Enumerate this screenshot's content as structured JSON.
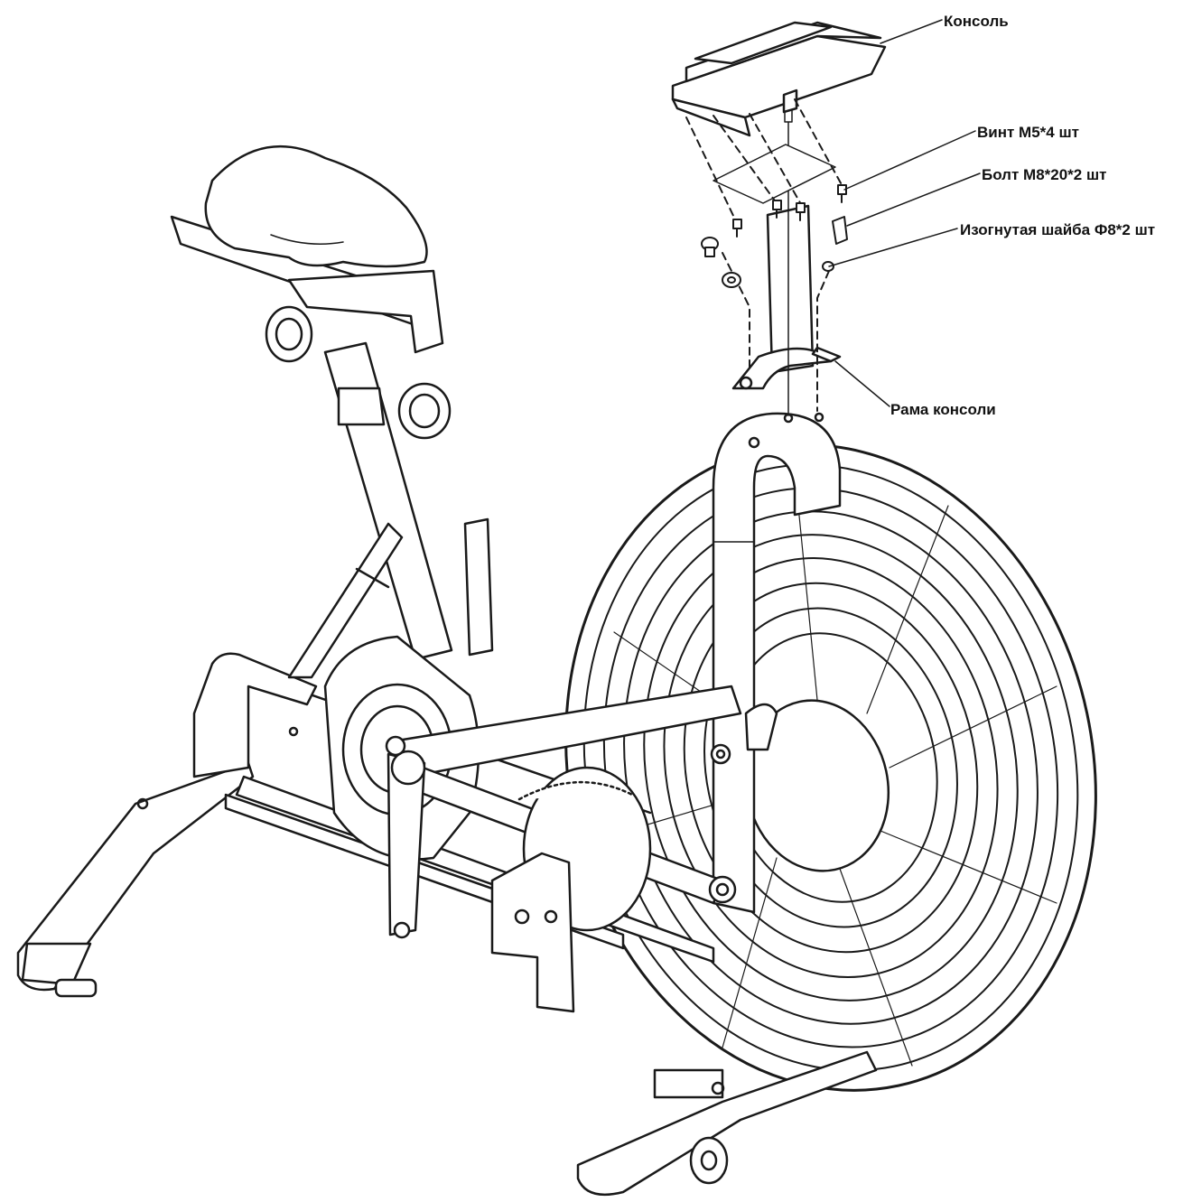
{
  "labels": {
    "console": "Консоль",
    "screw": "Винт М5*4 шт",
    "bolt": "Болт М8*20*2 шт",
    "washer": "Изогнутая шайба Ф8*2 шт",
    "console_frame": "Рама консоли"
  },
  "colors": {
    "line": "#1a1a1a",
    "background": "#ffffff"
  }
}
